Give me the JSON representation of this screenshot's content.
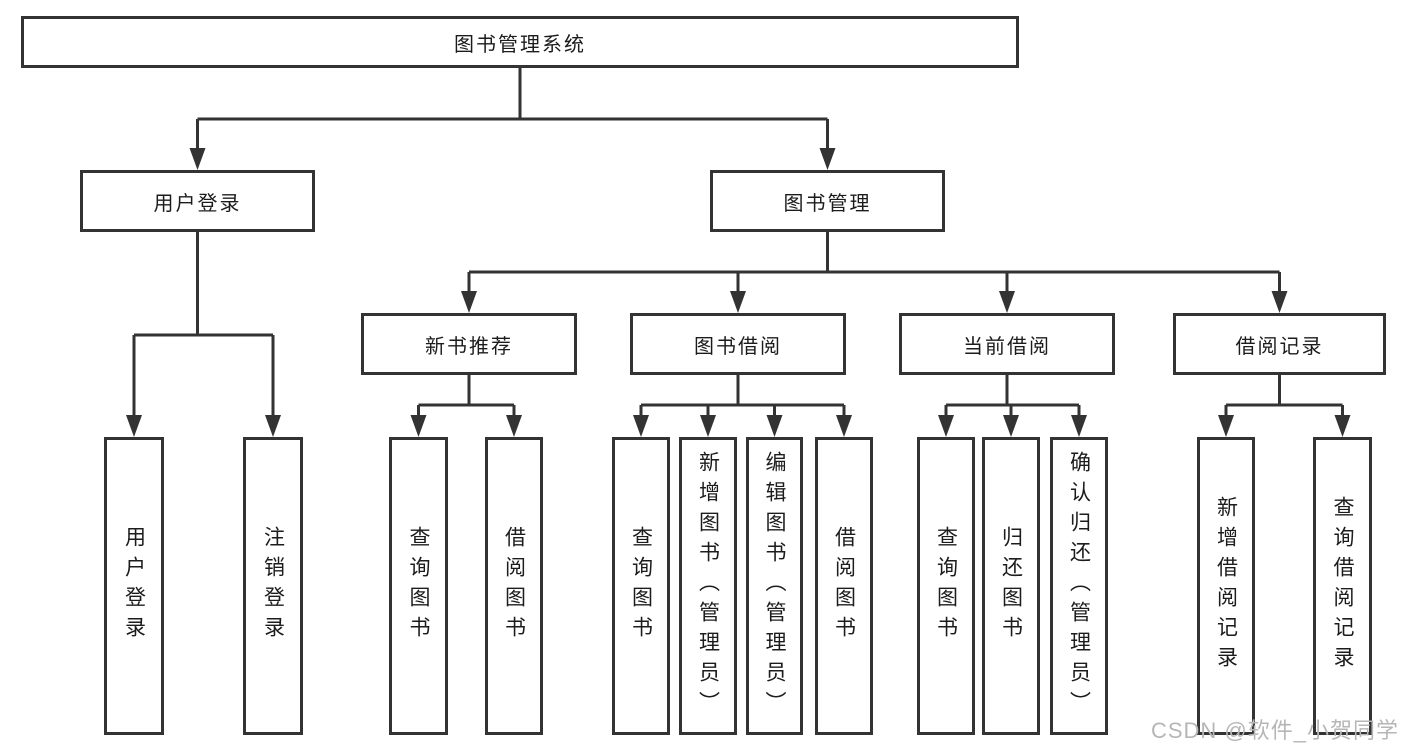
{
  "colors": {
    "background": "#ffffff",
    "box_border": "#333333",
    "connector_line": "#333333",
    "text": "#1c1c1c",
    "watermark": "#b6b6b6"
  },
  "tree": {
    "label": "图书管理系统",
    "children": [
      {
        "label": "用户登录",
        "children": [
          {
            "label": "用户登录"
          },
          {
            "label": "注销登录"
          }
        ]
      },
      {
        "label": "图书管理",
        "children": [
          {
            "label": "新书推荐",
            "children": [
              {
                "label": "查询图书"
              },
              {
                "label": "借阅图书"
              }
            ]
          },
          {
            "label": "图书借阅",
            "children": [
              {
                "label": "查询图书"
              },
              {
                "label": "新增图书（管理员）"
              },
              {
                "label": "编辑图书（管理员）"
              },
              {
                "label": "借阅图书"
              }
            ]
          },
          {
            "label": "当前借阅",
            "children": [
              {
                "label": "查询图书"
              },
              {
                "label": "归还图书"
              },
              {
                "label": "确认归还（管理员）"
              }
            ]
          },
          {
            "label": "借阅记录",
            "children": [
              {
                "label": "新增借阅记录"
              },
              {
                "label": "查询借阅记录"
              }
            ]
          }
        ]
      }
    ]
  },
  "watermark": {
    "text": "CSDN @软件_小贺同学"
  }
}
